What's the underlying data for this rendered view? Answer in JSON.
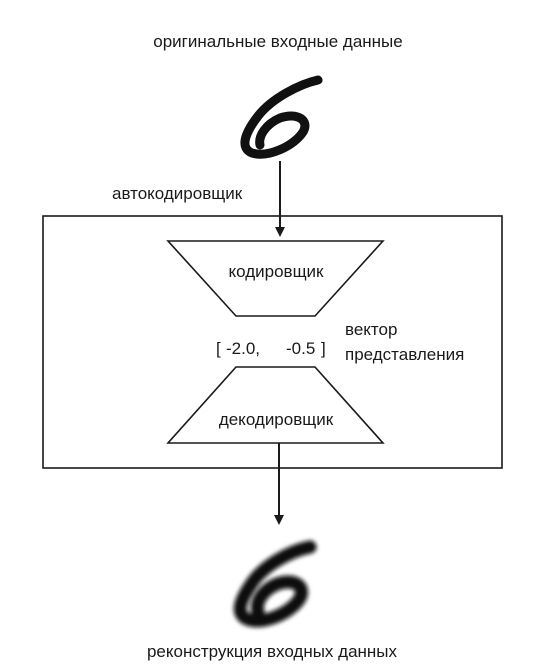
{
  "title_top": "оригинальные входные данные",
  "autoencoder_label": "автокодировщик",
  "encoder_label": "кодировщик",
  "decoder_label": "декодировщик",
  "vector": {
    "open": "[",
    "first": "-2.0,",
    "second": "-0.5",
    "close": "]"
  },
  "vector_label": {
    "line1": "вектор",
    "line2": "представления"
  },
  "title_bottom": "реконструкция входных данных",
  "digit_input": "6",
  "digit_output": "6",
  "colors": {
    "stroke": "#1a1a1a",
    "ink": "#111111",
    "background": "#ffffff"
  }
}
